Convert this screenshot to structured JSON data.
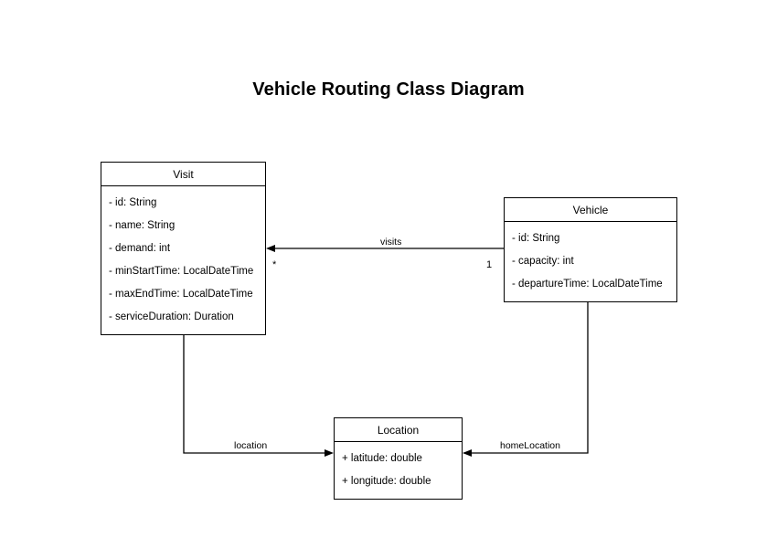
{
  "diagram": {
    "title": "Vehicle Routing Class Diagram",
    "type": "uml-class-diagram",
    "background_color": "#ffffff",
    "line_color": "#000000",
    "text_color": "#000000"
  },
  "classes": [
    {
      "id": "visit",
      "name": "Visit",
      "attributes": [
        "- id: String",
        "- name: String",
        "- demand: int",
        "- minStartTime: LocalDateTime",
        "- maxEndTime: LocalDateTime",
        "- serviceDuration: Duration"
      ]
    },
    {
      "id": "vehicle",
      "name": "Vehicle",
      "attributes": [
        "- id: String",
        "- capacity: int",
        "- departureTime: LocalDateTime"
      ]
    },
    {
      "id": "location",
      "name": "Location",
      "attributes": [
        "+ latitude: double",
        "+ longitude: double"
      ]
    }
  ],
  "relations": [
    {
      "id": "visits",
      "label": "visits",
      "from": "Vehicle",
      "to": "Visit",
      "source_multiplicity": "1",
      "target_multiplicity": "*"
    },
    {
      "id": "location",
      "label": "location",
      "from": "Visit",
      "to": "Location",
      "source_multiplicity": "",
      "target_multiplicity": ""
    },
    {
      "id": "homeLocation",
      "label": "homeLocation",
      "from": "Vehicle",
      "to": "Location",
      "source_multiplicity": "",
      "target_multiplicity": ""
    }
  ]
}
